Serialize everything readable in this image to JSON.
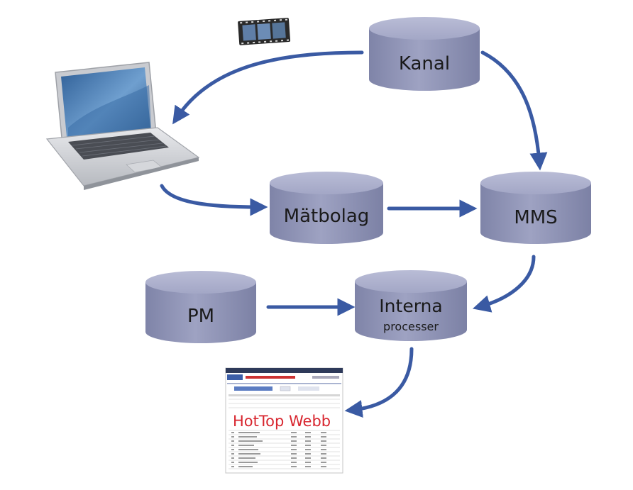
{
  "nodes": {
    "kanal": {
      "label": "Kanal"
    },
    "matbolag": {
      "label": "Mätbolag"
    },
    "mms": {
      "label": "MMS"
    },
    "pm": {
      "label": "PM"
    },
    "interna": {
      "label": "Interna",
      "sublabel": "processer"
    }
  },
  "hottop": {
    "label": "HotTop Webb"
  },
  "icons": [
    "film-strip-icon",
    "laptop-icon",
    "webpage-thumbnail"
  ],
  "colors": {
    "cylinder_top": "#a9adca",
    "cylinder_body": "#8c90b2",
    "arrow": "#3a5aa3",
    "hottop_text": "#d8262f"
  }
}
